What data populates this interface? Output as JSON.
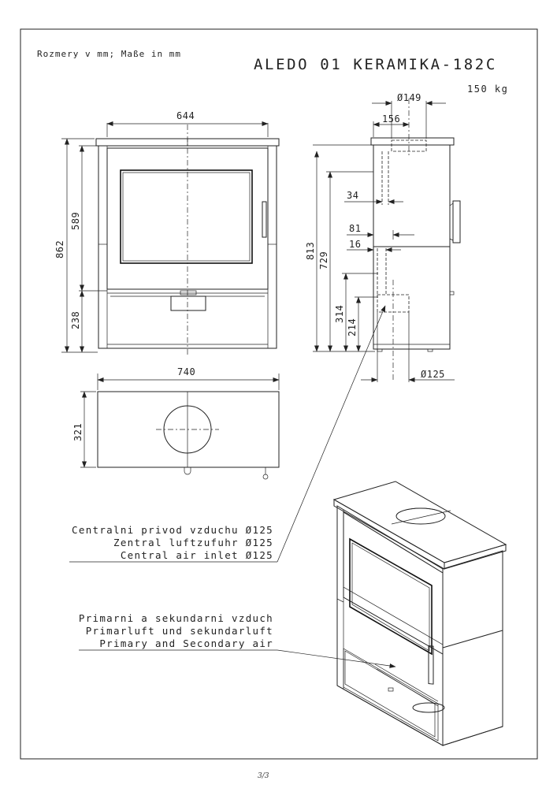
{
  "header": {
    "units_note": "Rozmery v mm; Maße in mm",
    "model_title": "ALEDO 01 KERAMIKA-182C",
    "weight": "150 kg"
  },
  "front_view": {
    "width": "644",
    "total_height": "862",
    "door_height": "589",
    "base_height": "238"
  },
  "side_view": {
    "flue_diameter": "Ø149",
    "flue_offset": "156",
    "total_height": "813",
    "upper_height": "729",
    "lower_height": "314",
    "inlet_height": "214",
    "dim_34": "34",
    "dim_81": "81",
    "dim_16": "16",
    "inlet_diameter": "Ø125"
  },
  "top_view": {
    "width": "740",
    "depth": "321"
  },
  "notes": {
    "central_air": [
      "Centralni privod vzduchu Ø125",
      "Zentral luftzufuhr Ø125",
      "Central air inlet Ø125"
    ],
    "primary_air": [
      "Primarni a sekundarni vzduch",
      "Primarluft und sekundarluft",
      "Primary and Secondary air"
    ]
  },
  "footer": {
    "page": "3/3"
  }
}
